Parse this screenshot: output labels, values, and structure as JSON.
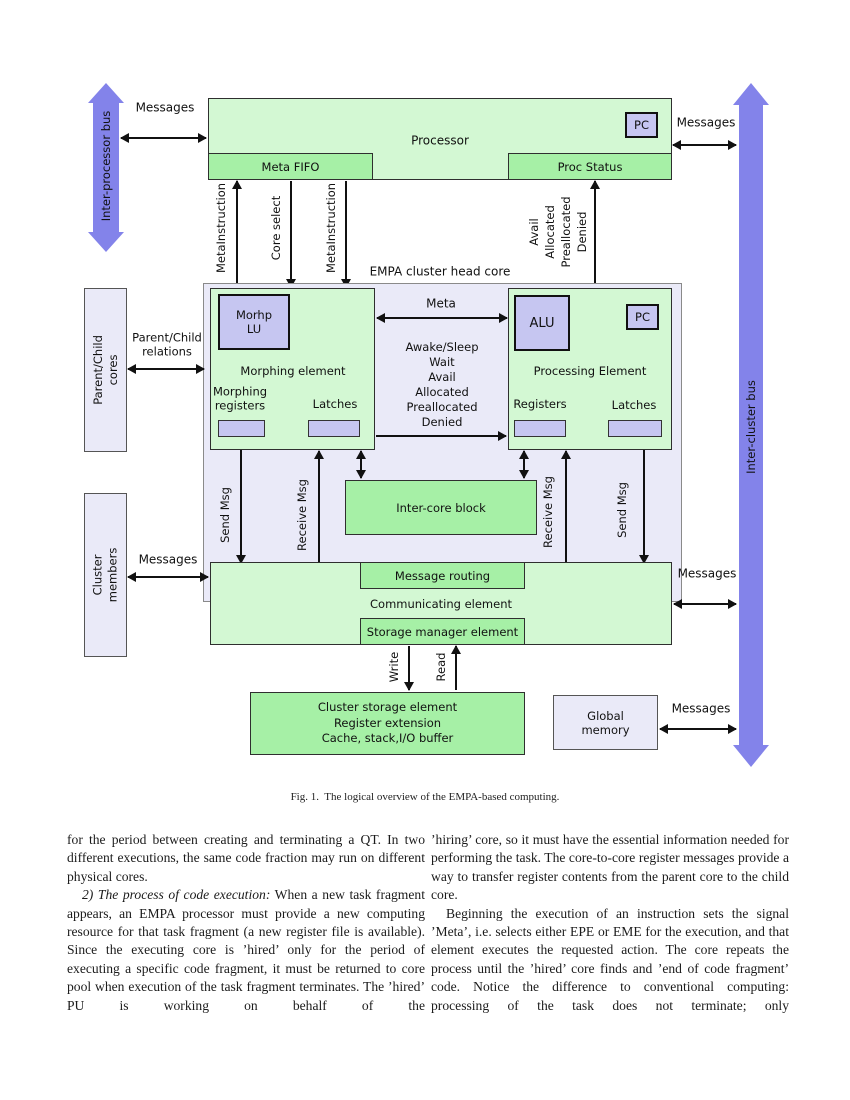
{
  "page": {
    "caption": "Fig. 1.  The logical overview of the EMPA-based computing."
  },
  "figure": {
    "buses": {
      "inter_processor": "Inter-processor bus",
      "inter_cluster": "Inter-cluster bus"
    },
    "messages_label": "Messages",
    "processor": {
      "title": "Processor",
      "meta_fifo": "Meta FIFO",
      "proc_status": "Proc Status",
      "pc": "PC"
    },
    "top_signals": {
      "meta_instruction_left": "MetaInstruction",
      "core_select": "Core select",
      "meta_instruction_right": "MetaInstruction",
      "avail": "Avail",
      "allocated": "Allocated",
      "preallocated": "Preallocated",
      "denied": "Denied"
    },
    "cluster": {
      "title": "EMPA cluster head core",
      "meta_link": "Meta",
      "status_signals": "Awake/Sleep\nWait\nAvail\nAllocated\nPreallocated\nDenied",
      "morphing": {
        "title": "Morphing element",
        "lu": "Morhp\nLU",
        "registers": "Morphing\nregisters",
        "latches": "Latches"
      },
      "processing": {
        "title": "Processing Element",
        "alu": "ALU",
        "pc": "PC",
        "registers": "Registers",
        "latches": "Latches"
      },
      "send_msg": "Send Msg",
      "receive_msg": "Receive Msg",
      "inter_core_block": "Inter-core block"
    },
    "communicating": {
      "title": "Communicating element",
      "message_routing": "Message routing",
      "storage_manager": "Storage manager element"
    },
    "storage": {
      "cluster_storage": "Cluster storage element\nRegister extension\nCache, stack,I/O buffer",
      "write": "Write",
      "read": "Read"
    },
    "side": {
      "parent_child_cores": "Parent/Child\ncores",
      "parent_child_relations": "Parent/Child\nrelations",
      "cluster_members": "Cluster\nmembers",
      "global_memory": "Global\nmemory"
    },
    "colors": {
      "green_light": "#d3f8d3",
      "green_mid": "#a6f0a6",
      "lavender_box": "#c6c6f1",
      "lavender_bg": "#eaeaf8",
      "bus_purple": "#8383ea"
    }
  },
  "body_text": {
    "left": {
      "p1": "for the period between creating and terminating a QT. In two different executions, the same code fraction may run on different physical cores.",
      "p2_lead": "2) The process of code execution:",
      "p2_rest": " When a new task fragment appears, an EMPA processor must provide a new computing resource for that task fragment (a new register file is available). Since the executing core is ’hired’ only for the period of executing a specific code fragment, it must be returned to core pool when execution of the task fragment terminates. The ’hired’ PU is working on behalf of the"
    },
    "right": {
      "p1": "’hiring’ core, so it must have the essential information needed for performing the task. The core-to-core register messages provide a way to transfer register contents from the parent core to the child core.",
      "p2": "Beginning the execution of an instruction sets the signal ’Meta’, i.e. selects either EPE or EME for the execution, and that element executes the requested action. The core repeats the process until the ’hired’ core finds and ’end of code fragment’ code. Notice the difference to conventional computing: processing of the task does not terminate; only"
    }
  }
}
